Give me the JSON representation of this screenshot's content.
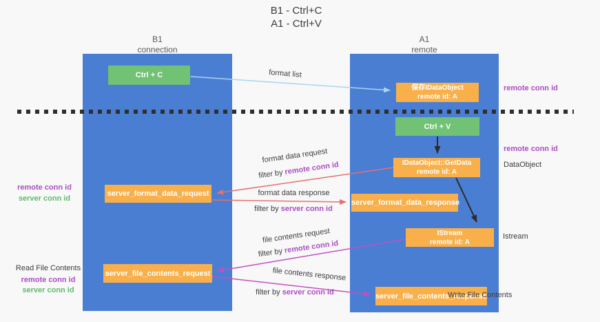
{
  "title": {
    "line1": "B1 - Ctrl+C",
    "line2": "A1 - Ctrl+V"
  },
  "columns": {
    "left": {
      "name": "B1",
      "subtitle": "connection"
    },
    "right": {
      "name": "A1",
      "subtitle": "remote"
    }
  },
  "nodes": {
    "ctrl_c": "Ctrl + C",
    "ctrl_v": "Ctrl + V",
    "save_idataobject_line1": "保存IDataObject",
    "save_idataobject_line2": "remote id: A",
    "getdata_line1": "IDataObject::GetData",
    "getdata_line2": "remote id: A",
    "istream_line1": "IStream",
    "istream_line2": "remote id: A",
    "format_request": "server_format_data_request",
    "format_response": "server_format_data_response",
    "file_request": "server_file_contents_request",
    "file_response": "server_file_contents_response"
  },
  "edges": {
    "format_list": "format list",
    "format_data_request": "format data request",
    "format_data_response": "format data response",
    "file_contents_request": "file contents request",
    "file_contents_response": "file contents response",
    "filter_by": "filter by",
    "remote_conn_id": "remote conn id",
    "server_conn_id": "server conn id"
  },
  "side_labels": {
    "left_remote_conn_id": "remote conn id",
    "left_server_conn_id": "server conn id",
    "read_file_contents": "Read File Contents",
    "left_remote_conn_id_2": "remote conn id",
    "left_server_conn_id_2": "server conn id",
    "right_remote_conn_id_top": "remote conn id",
    "right_remote_conn_id_mid": "remote conn id",
    "dataobject": "DataObject",
    "istream": "Istream",
    "write_file_contents": "Write File Contents"
  },
  "colors": {
    "column_blue": "#4a7ed2",
    "box_green": "#71c274",
    "box_orange": "#f9b04a",
    "arrow_blue": "#a9d4f2",
    "arrow_red": "#e57070",
    "arrow_magenta": "#c24fc2",
    "arrow_black": "#2b2b2b",
    "text_purple": "#ab4ec4",
    "text_green": "#5fbb6a"
  }
}
